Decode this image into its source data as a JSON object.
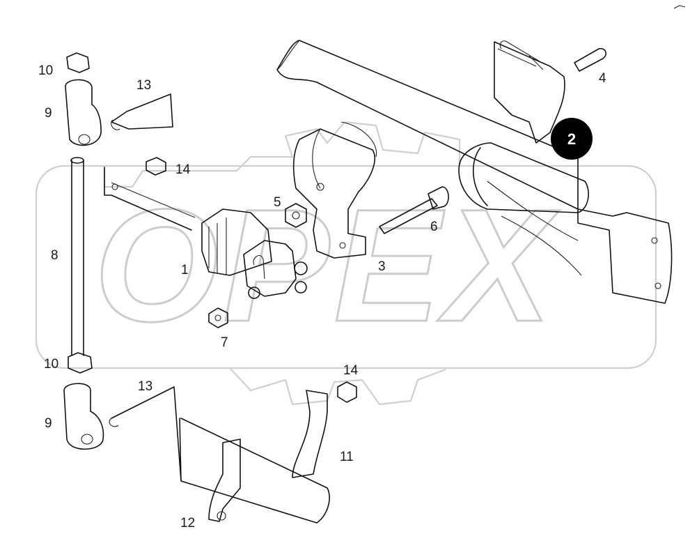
{
  "watermark": {
    "text": "OPEX"
  },
  "badge": {
    "label": "2",
    "color": "#000000"
  },
  "callouts": [
    {
      "id": "c1",
      "text": "1"
    },
    {
      "id": "c3",
      "text": "3"
    },
    {
      "id": "c4",
      "text": "4"
    },
    {
      "id": "c5",
      "text": "5"
    },
    {
      "id": "c6",
      "text": "6"
    },
    {
      "id": "c7",
      "text": "7"
    },
    {
      "id": "c8",
      "text": "8"
    },
    {
      "id": "c9a",
      "text": "9"
    },
    {
      "id": "c9b",
      "text": "9"
    },
    {
      "id": "c10a",
      "text": "10"
    },
    {
      "id": "c10b",
      "text": "10"
    },
    {
      "id": "c11",
      "text": "11"
    },
    {
      "id": "c12",
      "text": "12"
    },
    {
      "id": "c13a",
      "text": "13"
    },
    {
      "id": "c13b",
      "text": "13"
    },
    {
      "id": "c14a",
      "text": "14"
    },
    {
      "id": "c14b",
      "text": "14"
    }
  ]
}
